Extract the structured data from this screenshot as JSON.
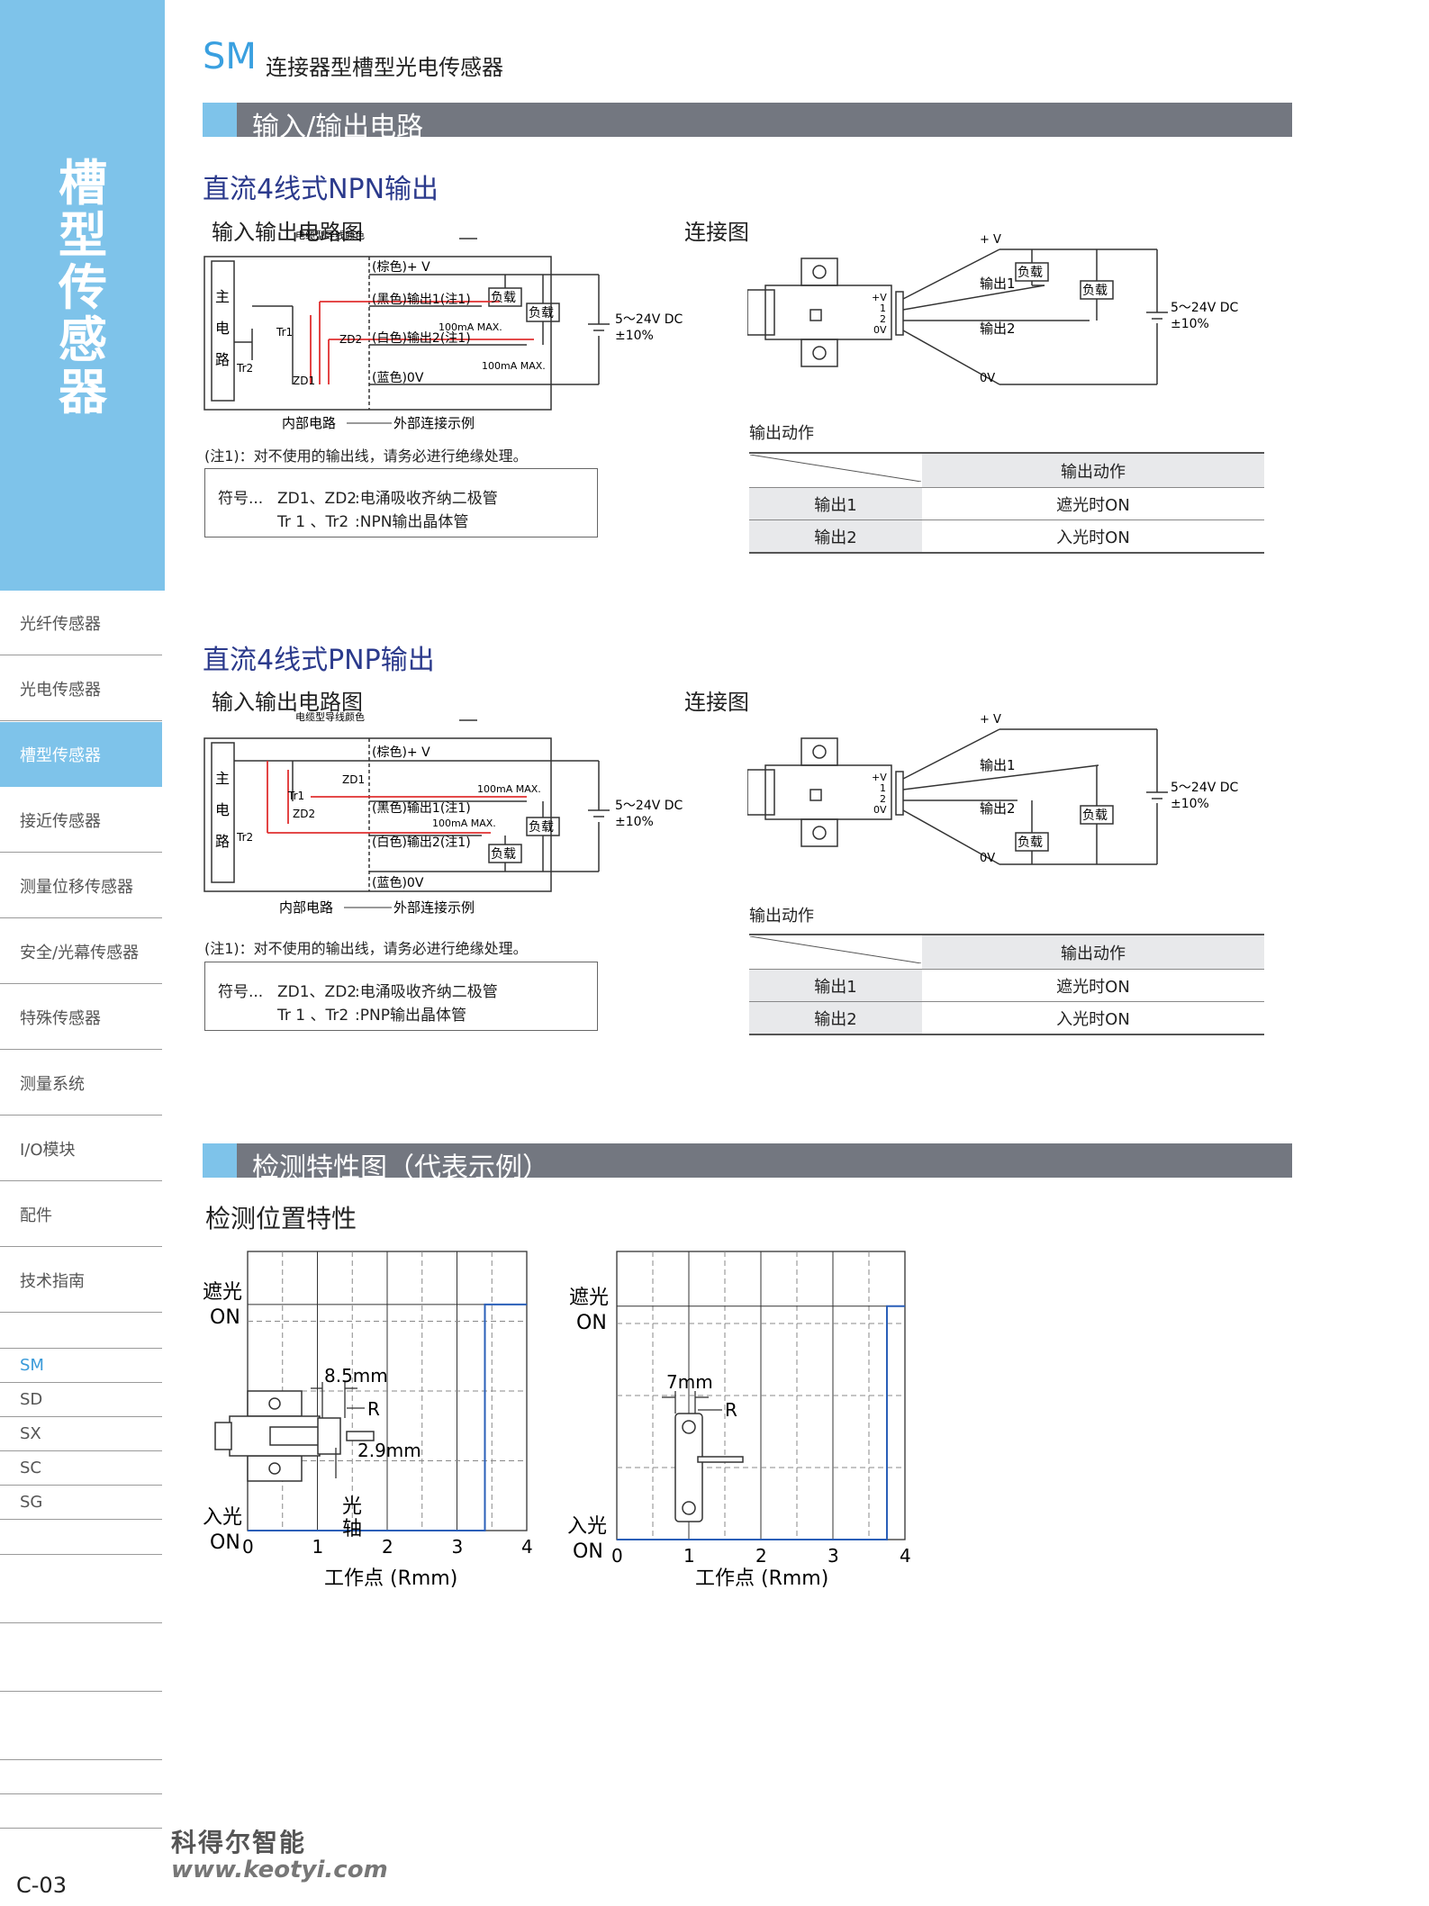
{
  "header": {
    "code": "SM",
    "title": "连接器型槽型光电传感器"
  },
  "sidebar": {
    "title": "槽型传感器",
    "items": [
      "光纤传感器",
      "光电传感器",
      "槽型传感器",
      "接近传感器",
      "测量位移传感器",
      "安全/光幕传感器",
      "特殊传感器",
      "测量系统",
      "I/O模块",
      "配件",
      "技术指南"
    ],
    "subitems": [
      "SM",
      "SD",
      "SX",
      "SC",
      "SG"
    ]
  },
  "section1": {
    "title": "输入/输出电路"
  },
  "section2": {
    "title": "检测特性图（代表示例）"
  },
  "npn": {
    "heading": "直流4线式NPN输出",
    "circuit_title": "输入输出电路图",
    "conn_title": "连接图",
    "cable_color": "电缆型导线颜色",
    "main_circuit": [
      "主",
      "电",
      "路"
    ],
    "brown": "(棕色)+ V",
    "black": "(黑色)输出1(注1)",
    "white": "(白色)输出2(注1)",
    "blue": "(蓝色)0V",
    "load": "负载",
    "max": "100mA MAX.",
    "supply1": "5～24V DC",
    "supply2": "±10%",
    "tr1": "Tr1",
    "tr2": "Tr2",
    "zd1": "ZD1",
    "zd2": "ZD2",
    "internal": "内部电路",
    "external": "外部连接示例",
    "note": "(注1)：对不使用的输出线，请务必进行绝缘处理。",
    "sym_label": "符号...",
    "sym1_a": "ZD1、ZD2",
    "sym1_b": ":电涌吸收齐纳二极管",
    "sym2_a": "Tr 1 、Tr2",
    "sym2_b": ":NPN输出晶体管",
    "conn_pv": "+ V",
    "conn_out1": "输出1",
    "conn_out2": "输出2",
    "conn_0v": "0V",
    "pins": [
      "+V",
      "1",
      "2",
      "0V"
    ],
    "action_title": "输出动作",
    "action_head": "输出动作",
    "rows": [
      {
        "name": "输出1",
        "val": "遮光时ON"
      },
      {
        "name": "输出2",
        "val": "入光时ON"
      }
    ]
  },
  "pnp": {
    "heading": "直流4线式PNP输出",
    "circuit_title": "输入输出电路图",
    "conn_title": "连接图",
    "cable_color": "电缆型导线颜色",
    "main_circuit": [
      "主",
      "电",
      "路"
    ],
    "brown": "(棕色)+ V",
    "black": "(黑色)输出1(注1)",
    "white": "(白色)输出2(注1)",
    "blue": "(蓝色)0V",
    "load": "负载",
    "max": "100mA MAX.",
    "supply1": "5～24V DC",
    "supply2": "±10%",
    "tr1": "Tr1",
    "tr2": "Tr2",
    "zd1": "ZD1",
    "zd2": "ZD2",
    "internal": "内部电路",
    "external": "外部连接示例",
    "note": "(注1)：对不使用的输出线，请务必进行绝缘处理。",
    "sym_label": "符号...",
    "sym1_a": "ZD1、ZD2",
    "sym1_b": ":电涌吸收齐纳二极管",
    "sym2_a": "Tr 1 、Tr2",
    "sym2_b": ":PNP输出晶体管",
    "conn_pv": "+ V",
    "conn_out1": "输出1",
    "conn_out2": "输出2",
    "conn_0v": "0V",
    "pins": [
      "+V",
      "1",
      "2",
      "0V"
    ],
    "action_title": "输出动作",
    "action_head": "输出动作",
    "rows": [
      {
        "name": "输出1",
        "val": "遮光时ON"
      },
      {
        "name": "输出2",
        "val": "入光时ON"
      }
    ]
  },
  "charts_title": "检测位置特性",
  "chart_data": [
    {
      "type": "line",
      "xlabel": "工作点 (Rmm)",
      "x_ticks": [
        "0",
        "1",
        "2",
        "3",
        "4"
      ],
      "xlim": [
        0,
        4
      ],
      "y_top_label": [
        "遮光",
        "ON"
      ],
      "y_bottom_label": [
        "入光",
        "ON"
      ],
      "annot_width": "8.5mm",
      "annot_r": "R",
      "annot_gap": "2.9mm",
      "annot_axis": [
        "光",
        "轴"
      ],
      "x": [
        0,
        3.4,
        3.4,
        4
      ],
      "y": [
        0,
        0,
        1,
        1
      ]
    },
    {
      "type": "line",
      "xlabel": "工作点 (Rmm)",
      "x_ticks": [
        "0",
        "1",
        "2",
        "3",
        "4"
      ],
      "xlim": [
        0,
        4
      ],
      "y_top_label": [
        "遮光",
        "ON"
      ],
      "y_bottom_label": [
        "入光",
        "ON"
      ],
      "annot_width": "7mm",
      "annot_r": "R",
      "x": [
        0,
        3.75,
        3.75,
        4
      ],
      "y": [
        0,
        0,
        1,
        1
      ]
    }
  ],
  "footer": {
    "logo": "科得尔智能",
    "url": "www.keotyi.com",
    "page": "C-03"
  }
}
